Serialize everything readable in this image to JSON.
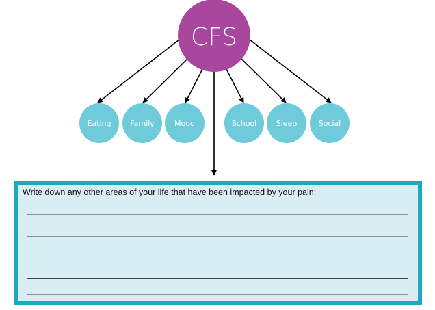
{
  "diagram": {
    "center": {
      "label": "CFS",
      "color": "#a8479d"
    },
    "node_color": "#6fcbd9",
    "nodes": [
      {
        "label": "Eating"
      },
      {
        "label": "Family"
      },
      {
        "label": "Mood"
      },
      {
        "label": "School"
      },
      {
        "label": "Sleep"
      },
      {
        "label": "Social"
      }
    ]
  },
  "write_box": {
    "prompt": "Write down any other areas of your life that have been impacted by your pain:",
    "line_count": 5,
    "border_color": "#1aa9bd",
    "fill_color": "#d8eef2"
  }
}
